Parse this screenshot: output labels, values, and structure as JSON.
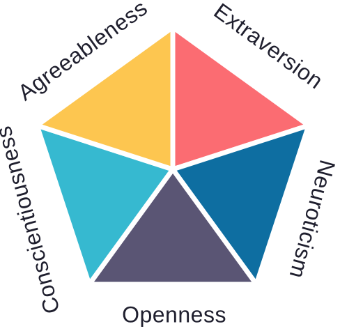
{
  "diagram": {
    "segments": [
      {
        "label": "Extraversion",
        "color": "#fb6c72"
      },
      {
        "label": "Neuroticism",
        "color": "#0e6ea1"
      },
      {
        "label": "Openness",
        "color": "#5a5574"
      },
      {
        "label": "Conscientiousness",
        "color": "#36b9d0"
      },
      {
        "label": "Agreeableness",
        "color": "#fdc650"
      }
    ]
  }
}
